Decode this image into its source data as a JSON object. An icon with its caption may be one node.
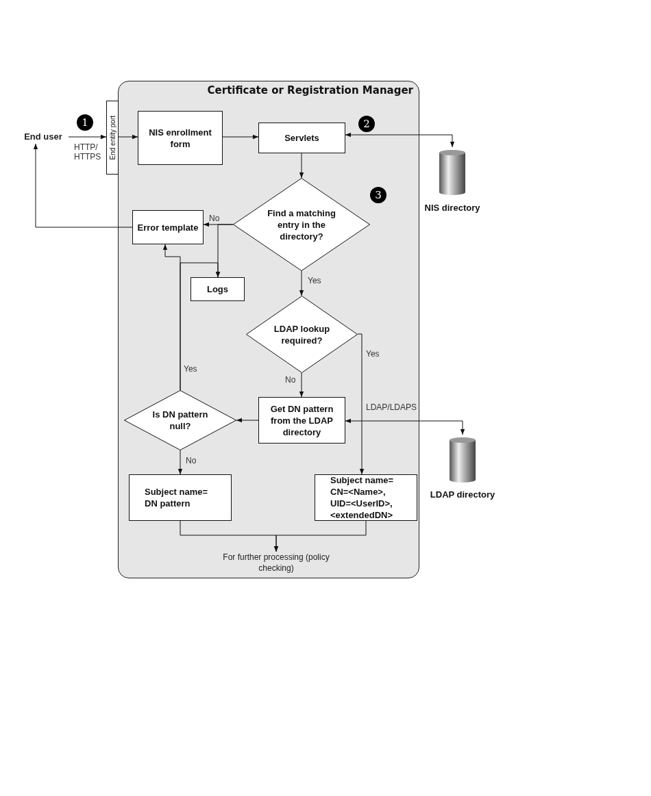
{
  "diagram": {
    "nodes": [
      {
        "text": [
          "Certificate or Registration Manager"
        ]
      },
      {
        "text": [
          "End user"
        ]
      },
      {
        "text": [
          "End entity port"
        ]
      },
      {
        "text": [
          "NIS enrollment form"
        ],
        "in": 0
      },
      {
        "text": [
          "Servlets"
        ],
        "in": 0
      },
      {
        "text": [
          "Find a matching entry in the directory?"
        ],
        "in": 0
      },
      {
        "text": [
          "Error template"
        ],
        "in": 0
      },
      {
        "text": [
          "Logs"
        ],
        "in": 0
      },
      {
        "text": [
          "LDAP lookup required?"
        ],
        "in": 0
      },
      {
        "text": [
          "Get DN pattern from the LDAP directory"
        ],
        "in": 0
      },
      {
        "text": [
          "Is DN pattern null?"
        ],
        "in": 0
      },
      {
        "text": [
          "Subject name= DN pattern"
        ],
        "in": 0
      },
      {
        "text": [
          "Subject name= CN=<Name>, UID=<UserID>, <extendedDN>"
        ],
        "in": 0
      },
      {
        "text": [
          "For further processing (policy checking)"
        ],
        "in": 0
      },
      {
        "text": [
          "NIS directory"
        ]
      },
      {
        "text": [
          "LDAP directory"
        ]
      }
    ],
    "edges": [
      {
        "from": 1,
        "to": 2,
        "arrow": "to",
        "label": "HTTP/ HTTPS"
      },
      {
        "from": 2,
        "to": 3,
        "arrow": "to"
      },
      {
        "from": 3,
        "to": 4,
        "arrow": "to"
      },
      {
        "from": 14,
        "to": 4,
        "arrow": "both"
      },
      {
        "from": 4,
        "to": 5,
        "arrow": "to"
      },
      {
        "from": 5,
        "to": 6,
        "arrow": "to",
        "label": "No"
      },
      {
        "from": 5,
        "to": 7,
        "arrow": "to"
      },
      {
        "from": 6,
        "to": 1,
        "arrow": "to"
      },
      {
        "from": 5,
        "to": 8,
        "arrow": "to",
        "label": "Yes"
      },
      {
        "from": 8,
        "to": 9,
        "arrow": "to",
        "label": "No"
      },
      {
        "from": 8,
        "to": 12,
        "arrow": "to",
        "label": "Yes"
      },
      {
        "from": 9,
        "to": 10,
        "arrow": "to"
      },
      {
        "from": 15,
        "to": 9,
        "arrow": "both",
        "label": "LDAP/LDAPS"
      },
      {
        "from": 10,
        "to": 6,
        "arrow": "to",
        "label": "Yes"
      },
      {
        "from": 10,
        "to": 7,
        "arrow": "to"
      },
      {
        "from": 10,
        "to": 11,
        "arrow": "to",
        "label": "No"
      },
      {
        "from": 11,
        "to": 13,
        "arrow": "to"
      },
      {
        "from": 12,
        "to": 13,
        "arrow": "to"
      }
    ],
    "labels": [
      "1",
      "2",
      "3"
    ]
  }
}
